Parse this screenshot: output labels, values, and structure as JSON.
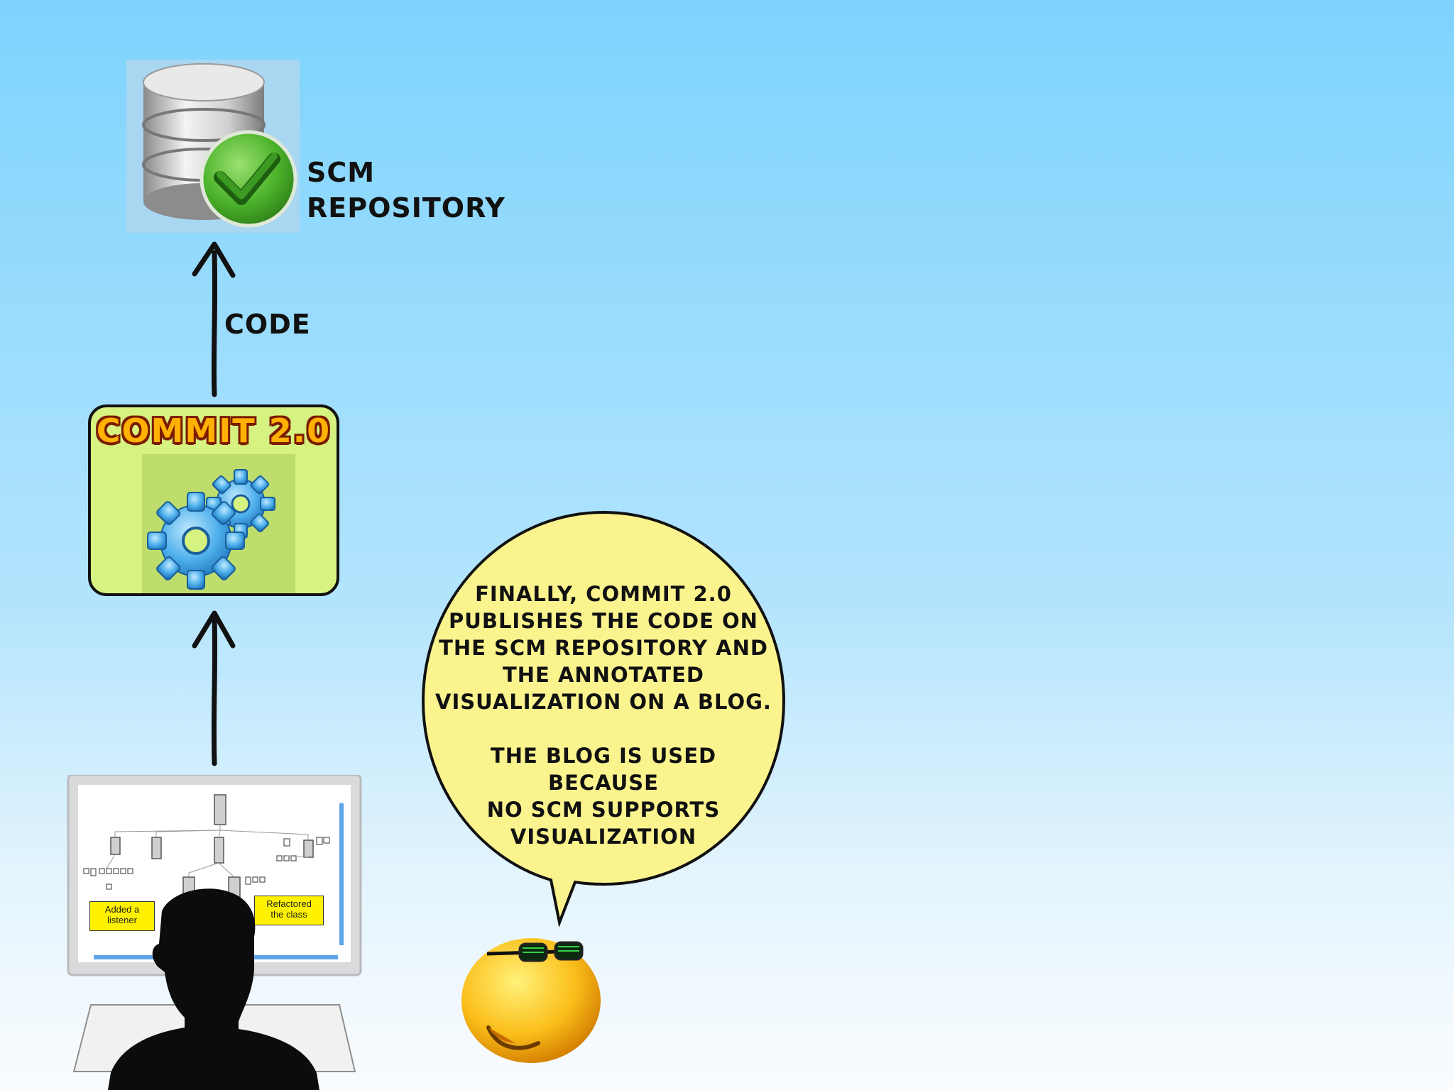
{
  "repository": {
    "label_line1": "SCM",
    "label_line2": "REPOSITORY"
  },
  "code_arrow": {
    "label": "CODE"
  },
  "commit_box": {
    "logo_text": "COMMIT 2.0"
  },
  "speech_bubble": {
    "lines": [
      "FINALLY, COMMIT 2.0",
      "PUBLISHES THE CODE ON",
      "THE SCM REPOSITORY AND",
      "THE ANNOTATED",
      "VISUALIZATION ON A BLOG.",
      "",
      "THE BLOG IS USED BECAUSE",
      "NO SCM SUPPORTS",
      "VISUALIZATION"
    ]
  },
  "monitor": {
    "note_left_line1": "Added a",
    "note_left_line2": "listener",
    "note_right_line1": "Refactored",
    "note_right_line2": "the class"
  },
  "colors": {
    "background_top": "#7dd3fd",
    "commit_box_fill": "#d6f280",
    "bubble_fill": "#fbf48e",
    "note_fill": "#fff200",
    "check_green": "#4bb32a"
  }
}
